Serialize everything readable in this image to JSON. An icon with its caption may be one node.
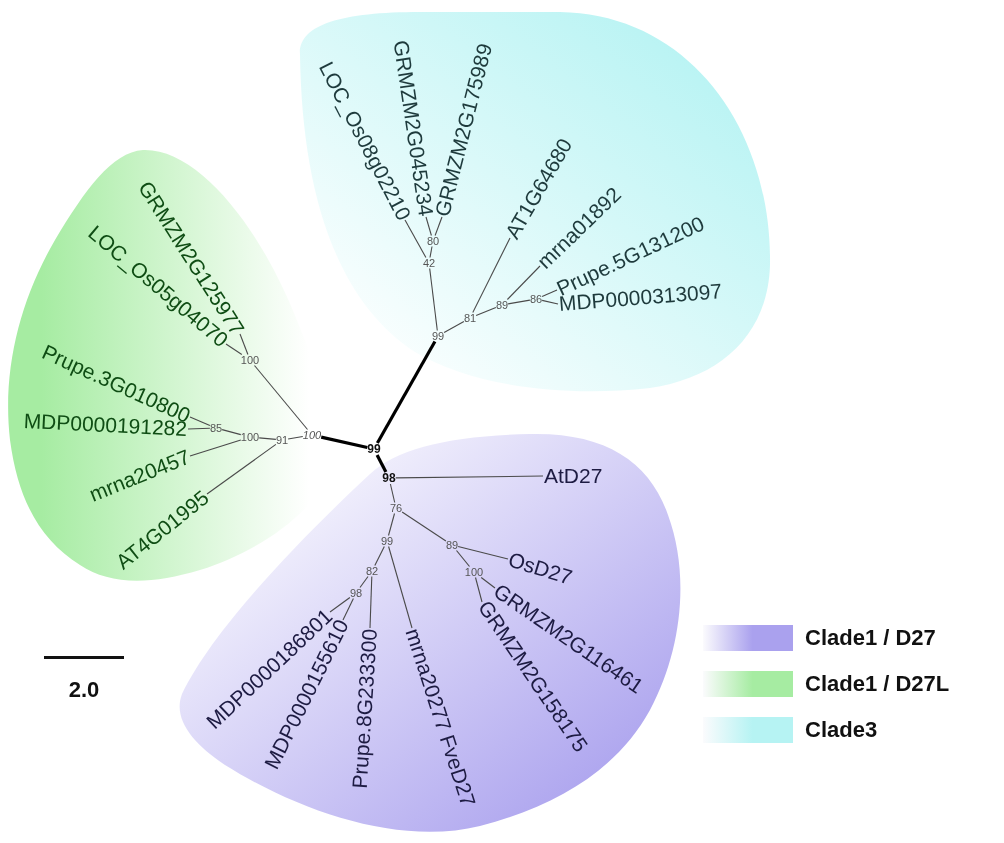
{
  "diagram": {
    "nodes": [
      {
        "text": [],
        "shape": "blob"
      },
      {
        "text": [
          "99"
        ],
        "in": 0
      },
      {
        "text": [
          "42"
        ],
        "in": 0
      },
      {
        "text": [
          "LOC_Os08g02210"
        ],
        "in": 0
      },
      {
        "text": [
          "80"
        ],
        "in": 0
      },
      {
        "text": [
          "GRMZM2G045234"
        ],
        "in": 0
      },
      {
        "text": [
          "GRMZM2G175989"
        ],
        "in": 0
      },
      {
        "text": [
          "81"
        ],
        "in": 0
      },
      {
        "text": [
          "AT1G64680"
        ],
        "in": 0
      },
      {
        "text": [
          "89"
        ],
        "in": 0
      },
      {
        "text": [
          "mrna01892"
        ],
        "in": 0
      },
      {
        "text": [
          "86"
        ],
        "in": 0
      },
      {
        "text": [
          "Prupe.5G131200"
        ],
        "in": 0
      },
      {
        "text": [
          "MDP0000313097"
        ],
        "in": 0
      },
      {
        "text": [],
        "shape": "blob"
      },
      {
        "text": [
          "100"
        ],
        "in": 14
      },
      {
        "text": [
          "100"
        ],
        "in": 14
      },
      {
        "text": [
          "GRMZM2G125977"
        ],
        "in": 14
      },
      {
        "text": [
          "LOC_Os05g04070"
        ],
        "in": 14
      },
      {
        "text": [
          "91"
        ],
        "in": 14
      },
      {
        "text": [
          "100"
        ],
        "in": 14
      },
      {
        "text": [
          "85"
        ],
        "in": 14
      },
      {
        "text": [
          "Prupe.3G010800"
        ],
        "in": 14
      },
      {
        "text": [
          "MDP0000191282"
        ],
        "in": 14
      },
      {
        "text": [
          "mrna20457"
        ],
        "in": 14
      },
      {
        "text": [
          "AT4G01995"
        ],
        "in": 14
      },
      {
        "text": [
          "99"
        ]
      },
      {
        "text": [],
        "shape": "blob"
      },
      {
        "text": [
          "98"
        ],
        "in": 27
      },
      {
        "text": [
          "AtD27"
        ],
        "in": 27
      },
      {
        "text": [
          "76"
        ],
        "in": 27
      },
      {
        "text": [
          "99"
        ],
        "in": 27
      },
      {
        "text": [
          "82"
        ],
        "in": 27
      },
      {
        "text": [
          "98"
        ],
        "in": 27
      },
      {
        "text": [
          "MDP0000186801"
        ],
        "in": 27
      },
      {
        "text": [
          "MDP0000155610"
        ],
        "in": 27
      },
      {
        "text": [
          "Prupe.8G233300"
        ],
        "in": 27
      },
      {
        "text": [
          "mrna20277 FveD27"
        ],
        "in": 27
      },
      {
        "text": [
          "89"
        ],
        "in": 27
      },
      {
        "text": [
          "OsD27"
        ],
        "in": 27
      },
      {
        "text": [
          "100"
        ],
        "in": 27
      },
      {
        "text": [
          "GRMZM2G116461"
        ],
        "in": 27
      },
      {
        "text": [
          "GRMZM2G158175"
        ],
        "in": 27
      }
    ],
    "edges": [
      {
        "from": 26,
        "to": 1,
        "arrow": "none",
        "style": "thick"
      },
      {
        "from": 1,
        "to": 2,
        "arrow": "none"
      },
      {
        "from": 2,
        "to": 3,
        "arrow": "none"
      },
      {
        "from": 2,
        "to": 4,
        "arrow": "none"
      },
      {
        "from": 4,
        "to": 5,
        "arrow": "none"
      },
      {
        "from": 4,
        "to": 6,
        "arrow": "none"
      },
      {
        "from": 1,
        "to": 7,
        "arrow": "none"
      },
      {
        "from": 7,
        "to": 8,
        "arrow": "none"
      },
      {
        "from": 7,
        "to": 9,
        "arrow": "none"
      },
      {
        "from": 9,
        "to": 10,
        "arrow": "none"
      },
      {
        "from": 9,
        "to": 11,
        "arrow": "none"
      },
      {
        "from": 11,
        "to": 12,
        "arrow": "none"
      },
      {
        "from": 11,
        "to": 13,
        "arrow": "none"
      },
      {
        "from": 26,
        "to": 15,
        "arrow": "none",
        "style": "thick"
      },
      {
        "from": 15,
        "to": 16,
        "arrow": "none"
      },
      {
        "from": 16,
        "to": 17,
        "arrow": "none"
      },
      {
        "from": 16,
        "to": 18,
        "arrow": "none"
      },
      {
        "from": 15,
        "to": 19,
        "arrow": "none"
      },
      {
        "from": 19,
        "to": 20,
        "arrow": "none"
      },
      {
        "from": 19,
        "to": 25,
        "arrow": "none"
      },
      {
        "from": 20,
        "to": 24,
        "arrow": "none"
      },
      {
        "from": 20,
        "to": 21,
        "arrow": "none"
      },
      {
        "from": 21,
        "to": 22,
        "arrow": "none"
      },
      {
        "from": 21,
        "to": 23,
        "arrow": "none"
      },
      {
        "from": 26,
        "to": 28,
        "arrow": "none",
        "style": "thick"
      },
      {
        "from": 28,
        "to": 29,
        "arrow": "none"
      },
      {
        "from": 28,
        "to": 30,
        "arrow": "none"
      },
      {
        "from": 30,
        "to": 31,
        "arrow": "none"
      },
      {
        "from": 31,
        "to": 37,
        "arrow": "none"
      },
      {
        "from": 31,
        "to": 32,
        "arrow": "none"
      },
      {
        "from": 32,
        "to": 36,
        "arrow": "none"
      },
      {
        "from": 32,
        "to": 33,
        "arrow": "none"
      },
      {
        "from": 33,
        "to": 34,
        "arrow": "none"
      },
      {
        "from": 33,
        "to": 35,
        "arrow": "none"
      },
      {
        "from": 30,
        "to": 38,
        "arrow": "none"
      },
      {
        "from": 38,
        "to": 39,
        "arrow": "none"
      },
      {
        "from": 38,
        "to": 40,
        "arrow": "none"
      },
      {
        "from": 40,
        "to": 41,
        "arrow": "none"
      },
      {
        "from": 40,
        "to": 42,
        "arrow": "none"
      }
    ],
    "labels": [
      "2.0"
    ],
    "legend": [
      {
        "text": "Clade1 / D27",
        "color": "#aaa1ee"
      },
      {
        "text": "Clade1 / D27L",
        "color": "#a6eca2"
      },
      {
        "text": "Clade3",
        "color": "#b6f3f3"
      }
    ]
  }
}
